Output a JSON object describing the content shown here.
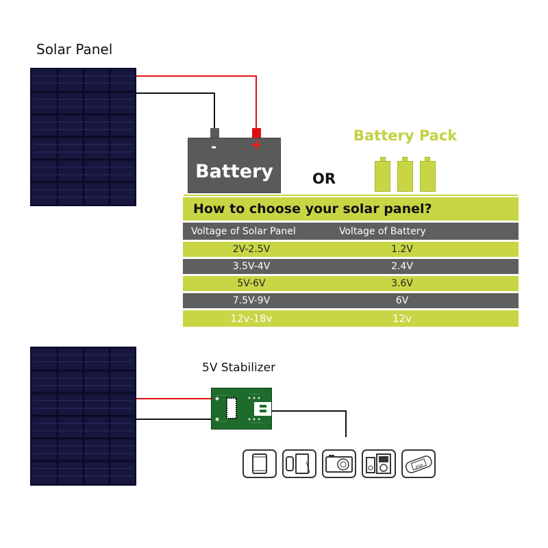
{
  "top_section": {
    "title": "Solar Panel",
    "battery": {
      "label": "Battery",
      "minus": "-",
      "plus": "+"
    },
    "or_label": "OR",
    "battery_pack": {
      "title": "Battery Pack",
      "cells": 3
    }
  },
  "table": {
    "title": "How to choose your solar panel?",
    "headers": [
      "Voltage of Solar Panel",
      "Voltage of Battery"
    ],
    "rows": [
      {
        "panel": "2V-2.5V",
        "battery": "1.2V"
      },
      {
        "panel": "3.5V-4V",
        "battery": "2.4V"
      },
      {
        "panel": "5V-6V",
        "battery": "3.6V"
      },
      {
        "panel": "7.5V-9V",
        "battery": "6V"
      },
      {
        "panel": "12v-18v",
        "battery": "12v"
      }
    ]
  },
  "bottom_section": {
    "stabilizer_label": "5V Stabilizer",
    "devices": [
      "tablet-icon",
      "phone-and-tablet-icon",
      "camera-icon",
      "mp3-player-icon",
      "psp-console-icon"
    ],
    "psp_text": "PSP"
  },
  "colors": {
    "accent_green": "#c8d645",
    "table_gray": "#5f5f5f",
    "wire_positive": "#e01010",
    "wire_negative": "#111111",
    "panel_blue": "#16163e",
    "pcb_green": "#1f6b2c"
  }
}
